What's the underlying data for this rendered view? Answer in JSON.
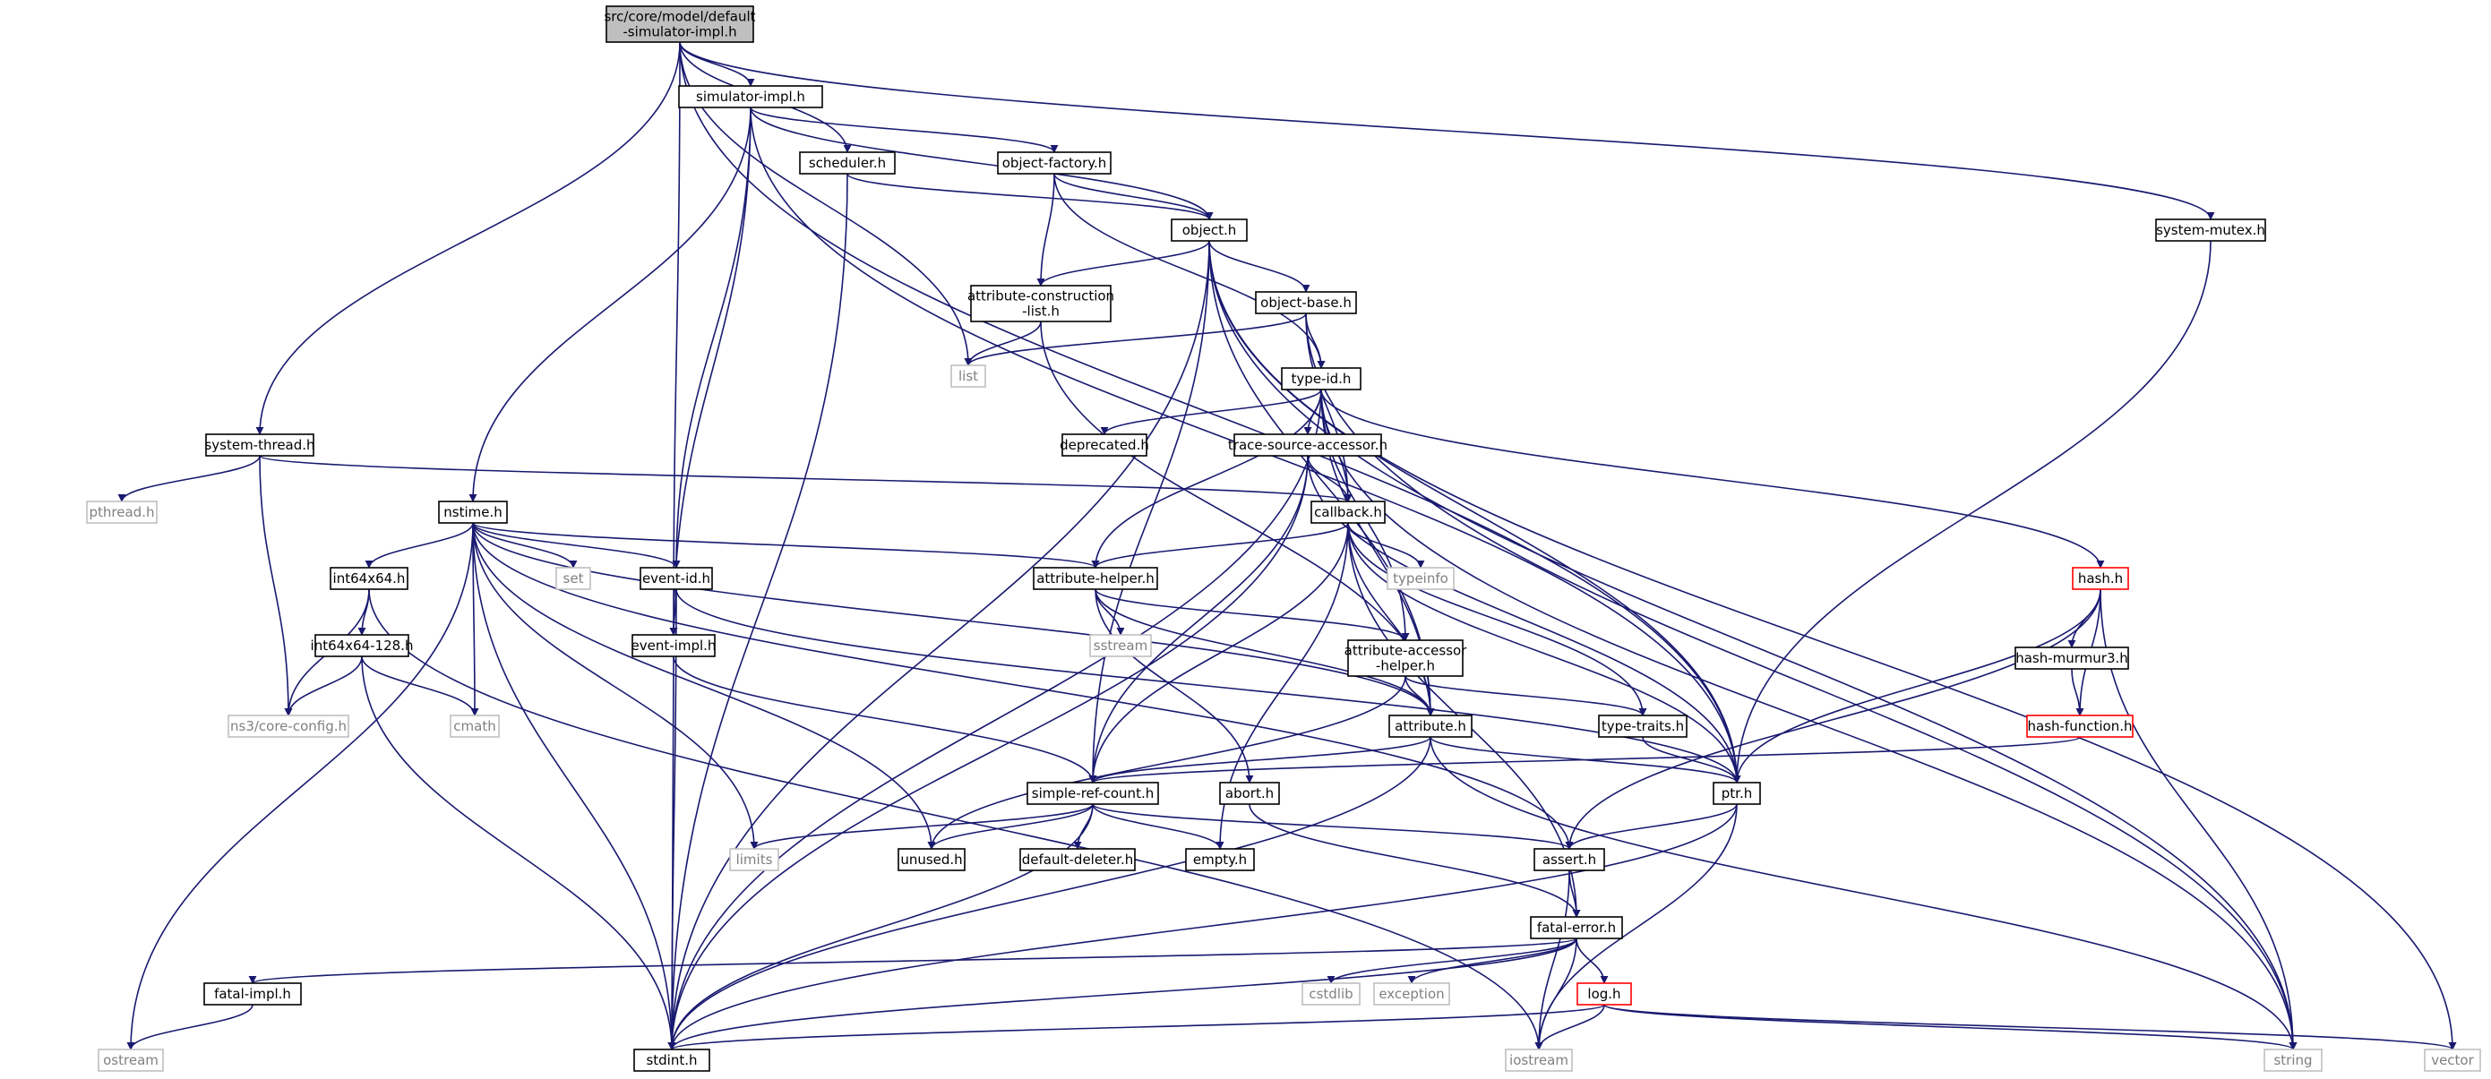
{
  "root": "src/core/model/default-simulator-impl.h",
  "colors": {
    "edge": "#191970",
    "root_fill": "#bfbfbf",
    "node_border": "#000000",
    "missing_border": "#bfbfbf",
    "missing_text": "#808080",
    "truncated_border": "#ff0000"
  },
  "nodes": [
    {
      "id": "root",
      "lines": [
        "src/core/model/default",
        "-simulator-impl.h"
      ],
      "style": "root"
    },
    {
      "id": "simimpl",
      "lines": [
        "simulator-impl.h"
      ],
      "style": "normal"
    },
    {
      "id": "scheduler",
      "lines": [
        "scheduler.h"
      ],
      "style": "normal"
    },
    {
      "id": "objfactory",
      "lines": [
        "object-factory.h"
      ],
      "style": "normal"
    },
    {
      "id": "object",
      "lines": [
        "object.h"
      ],
      "style": "normal"
    },
    {
      "id": "sysmutex",
      "lines": [
        "system-mutex.h"
      ],
      "style": "normal"
    },
    {
      "id": "attrconst",
      "lines": [
        "attribute-construction",
        "-list.h"
      ],
      "style": "normal"
    },
    {
      "id": "objbase",
      "lines": [
        "object-base.h"
      ],
      "style": "normal"
    },
    {
      "id": "list",
      "lines": [
        "list"
      ],
      "style": "missing"
    },
    {
      "id": "typeid",
      "lines": [
        "type-id.h"
      ],
      "style": "normal"
    },
    {
      "id": "systhread",
      "lines": [
        "system-thread.h"
      ],
      "style": "normal"
    },
    {
      "id": "deprecated",
      "lines": [
        "deprecated.h"
      ],
      "style": "normal"
    },
    {
      "id": "tracesrc",
      "lines": [
        "trace-source-accessor.h"
      ],
      "style": "normal"
    },
    {
      "id": "pthread",
      "lines": [
        "pthread.h"
      ],
      "style": "missing"
    },
    {
      "id": "nstime",
      "lines": [
        "nstime.h"
      ],
      "style": "normal"
    },
    {
      "id": "callback",
      "lines": [
        "callback.h"
      ],
      "style": "normal"
    },
    {
      "id": "int64x64",
      "lines": [
        "int64x64.h"
      ],
      "style": "normal"
    },
    {
      "id": "set",
      "lines": [
        "set"
      ],
      "style": "missing"
    },
    {
      "id": "eventid",
      "lines": [
        "event-id.h"
      ],
      "style": "normal"
    },
    {
      "id": "attrhelper",
      "lines": [
        "attribute-helper.h"
      ],
      "style": "normal"
    },
    {
      "id": "typeinfo",
      "lines": [
        "typeinfo"
      ],
      "style": "missing"
    },
    {
      "id": "hash",
      "lines": [
        "hash.h"
      ],
      "style": "truncated"
    },
    {
      "id": "int128",
      "lines": [
        "int64x64-128.h"
      ],
      "style": "normal"
    },
    {
      "id": "eventimpl",
      "lines": [
        "event-impl.h"
      ],
      "style": "normal"
    },
    {
      "id": "sstream",
      "lines": [
        "sstream"
      ],
      "style": "missing"
    },
    {
      "id": "attraccessor",
      "lines": [
        "attribute-accessor",
        "-helper.h"
      ],
      "style": "normal"
    },
    {
      "id": "murmur",
      "lines": [
        "hash-murmur3.h"
      ],
      "style": "normal"
    },
    {
      "id": "coreconfig",
      "lines": [
        "ns3/core-config.h"
      ],
      "style": "missing"
    },
    {
      "id": "cmath",
      "lines": [
        "cmath"
      ],
      "style": "missing"
    },
    {
      "id": "attribute",
      "lines": [
        "attribute.h"
      ],
      "style": "normal"
    },
    {
      "id": "typetraits",
      "lines": [
        "type-traits.h"
      ],
      "style": "normal"
    },
    {
      "id": "hashfunc",
      "lines": [
        "hash-function.h"
      ],
      "style": "truncated"
    },
    {
      "id": "simpleref",
      "lines": [
        "simple-ref-count.h"
      ],
      "style": "normal"
    },
    {
      "id": "abort",
      "lines": [
        "abort.h"
      ],
      "style": "normal"
    },
    {
      "id": "ptr",
      "lines": [
        "ptr.h"
      ],
      "style": "normal"
    },
    {
      "id": "limits",
      "lines": [
        "limits"
      ],
      "style": "missing"
    },
    {
      "id": "unused",
      "lines": [
        "unused.h"
      ],
      "style": "normal"
    },
    {
      "id": "defdeleter",
      "lines": [
        "default-deleter.h"
      ],
      "style": "normal"
    },
    {
      "id": "empty",
      "lines": [
        "empty.h"
      ],
      "style": "normal"
    },
    {
      "id": "assert",
      "lines": [
        "assert.h"
      ],
      "style": "normal"
    },
    {
      "id": "fatalerror",
      "lines": [
        "fatal-error.h"
      ],
      "style": "normal"
    },
    {
      "id": "fatalimpl",
      "lines": [
        "fatal-impl.h"
      ],
      "style": "normal"
    },
    {
      "id": "cstdlib",
      "lines": [
        "cstdlib"
      ],
      "style": "missing"
    },
    {
      "id": "exception",
      "lines": [
        "exception"
      ],
      "style": "missing"
    },
    {
      "id": "log",
      "lines": [
        "log.h"
      ],
      "style": "truncated"
    },
    {
      "id": "ostream",
      "lines": [
        "ostream"
      ],
      "style": "missing"
    },
    {
      "id": "stdint",
      "lines": [
        "stdint.h"
      ],
      "style": "normal"
    },
    {
      "id": "iostream",
      "lines": [
        "iostream"
      ],
      "style": "missing"
    },
    {
      "id": "string",
      "lines": [
        "string"
      ],
      "style": "missing"
    },
    {
      "id": "vector",
      "lines": [
        "vector"
      ],
      "style": "missing"
    }
  ],
  "edges": [
    [
      "root",
      "simimpl"
    ],
    [
      "root",
      "scheduler"
    ],
    [
      "root",
      "systhread"
    ],
    [
      "root",
      "sysmutex"
    ],
    [
      "root",
      "list"
    ],
    [
      "root",
      "eventimpl"
    ],
    [
      "root",
      "ptr"
    ],
    [
      "simimpl",
      "objfactory"
    ],
    [
      "simimpl",
      "object"
    ],
    [
      "simimpl",
      "nstime"
    ],
    [
      "simimpl",
      "eventid"
    ],
    [
      "simimpl",
      "eventimpl"
    ],
    [
      "simimpl",
      "ptr"
    ],
    [
      "scheduler",
      "object"
    ],
    [
      "scheduler",
      "stdint"
    ],
    [
      "objfactory",
      "object"
    ],
    [
      "objfactory",
      "attrconst"
    ],
    [
      "objfactory",
      "typeid"
    ],
    [
      "object",
      "attrconst"
    ],
    [
      "object",
      "objbase"
    ],
    [
      "object",
      "ptr"
    ],
    [
      "object",
      "attribute"
    ],
    [
      "object",
      "simpleref"
    ],
    [
      "object",
      "stdint"
    ],
    [
      "object",
      "string"
    ],
    [
      "object",
      "vector"
    ],
    [
      "sysmutex",
      "ptr"
    ],
    [
      "attrconst",
      "list"
    ],
    [
      "attrconst",
      "attribute"
    ],
    [
      "objbase",
      "list"
    ],
    [
      "objbase",
      "typeid"
    ],
    [
      "objbase",
      "callback"
    ],
    [
      "objbase",
      "string"
    ],
    [
      "typeid",
      "deprecated"
    ],
    [
      "typeid",
      "tracesrc"
    ],
    [
      "typeid",
      "attrhelper"
    ],
    [
      "typeid",
      "attraccessor"
    ],
    [
      "typeid",
      "callback"
    ],
    [
      "typeid",
      "attribute"
    ],
    [
      "typeid",
      "hash"
    ],
    [
      "typeid",
      "string"
    ],
    [
      "typeid",
      "stdint"
    ],
    [
      "systhread",
      "pthread"
    ],
    [
      "systhread",
      "callback"
    ],
    [
      "systhread",
      "coreconfig"
    ],
    [
      "tracesrc",
      "callback"
    ],
    [
      "tracesrc",
      "simpleref"
    ],
    [
      "tracesrc",
      "ptr"
    ],
    [
      "tracesrc",
      "stdint"
    ],
    [
      "nstime",
      "int64x64"
    ],
    [
      "nstime",
      "set"
    ],
    [
      "nstime",
      "eventid"
    ],
    [
      "nstime",
      "attrhelper"
    ],
    [
      "nstime",
      "attribute"
    ],
    [
      "nstime",
      "cmath"
    ],
    [
      "nstime",
      "limits"
    ],
    [
      "nstime",
      "unused"
    ],
    [
      "nstime",
      "assert"
    ],
    [
      "nstime",
      "ostream"
    ],
    [
      "nstime",
      "stdint"
    ],
    [
      "callback",
      "attrhelper"
    ],
    [
      "callback",
      "typeinfo"
    ],
    [
      "callback",
      "attribute"
    ],
    [
      "callback",
      "typetraits"
    ],
    [
      "callback",
      "simpleref"
    ],
    [
      "callback",
      "empty"
    ],
    [
      "callback",
      "fatalerror"
    ],
    [
      "callback",
      "ptr"
    ],
    [
      "int64x64",
      "int128"
    ],
    [
      "int64x64",
      "coreconfig"
    ],
    [
      "int64x64",
      "iostream"
    ],
    [
      "eventid",
      "eventimpl"
    ],
    [
      "eventid",
      "ptr"
    ],
    [
      "eventid",
      "stdint"
    ],
    [
      "attrhelper",
      "sstream"
    ],
    [
      "attrhelper",
      "attraccessor"
    ],
    [
      "attrhelper",
      "attribute"
    ],
    [
      "attrhelper",
      "abort"
    ],
    [
      "hash",
      "murmur"
    ],
    [
      "hash",
      "hashfunc"
    ],
    [
      "hash",
      "ptr"
    ],
    [
      "hash",
      "assert"
    ],
    [
      "hash",
      "string"
    ],
    [
      "int128",
      "coreconfig"
    ],
    [
      "int128",
      "cmath"
    ],
    [
      "int128",
      "stdint"
    ],
    [
      "eventimpl",
      "simpleref"
    ],
    [
      "eventimpl",
      "stdint"
    ],
    [
      "attraccessor",
      "attribute"
    ],
    [
      "attraccessor",
      "typetraits"
    ],
    [
      "attraccessor",
      "unused"
    ],
    [
      "murmur",
      "hashfunc"
    ],
    [
      "attribute",
      "simpleref"
    ],
    [
      "attribute",
      "ptr"
    ],
    [
      "attribute",
      "string"
    ],
    [
      "attribute",
      "stdint"
    ],
    [
      "typetraits",
      "ptr"
    ],
    [
      "hashfunc",
      "simpleref"
    ],
    [
      "simpleref",
      "limits"
    ],
    [
      "simpleref",
      "unused"
    ],
    [
      "simpleref",
      "defdeleter"
    ],
    [
      "simpleref",
      "empty"
    ],
    [
      "simpleref",
      "assert"
    ],
    [
      "simpleref",
      "stdint"
    ],
    [
      "abort",
      "fatalerror"
    ],
    [
      "ptr",
      "assert"
    ],
    [
      "ptr",
      "iostream"
    ],
    [
      "ptr",
      "stdint"
    ],
    [
      "assert",
      "fatalerror"
    ],
    [
      "assert",
      "iostream"
    ],
    [
      "fatalerror",
      "fatalimpl"
    ],
    [
      "fatalerror",
      "cstdlib"
    ],
    [
      "fatalerror",
      "exception"
    ],
    [
      "fatalerror",
      "log"
    ],
    [
      "fatalerror",
      "iostream"
    ],
    [
      "fatalerror",
      "stdint"
    ],
    [
      "fatalimpl",
      "ostream"
    ],
    [
      "log",
      "stdint"
    ],
    [
      "log",
      "iostream"
    ],
    [
      "log",
      "string"
    ],
    [
      "log",
      "vector"
    ]
  ]
}
